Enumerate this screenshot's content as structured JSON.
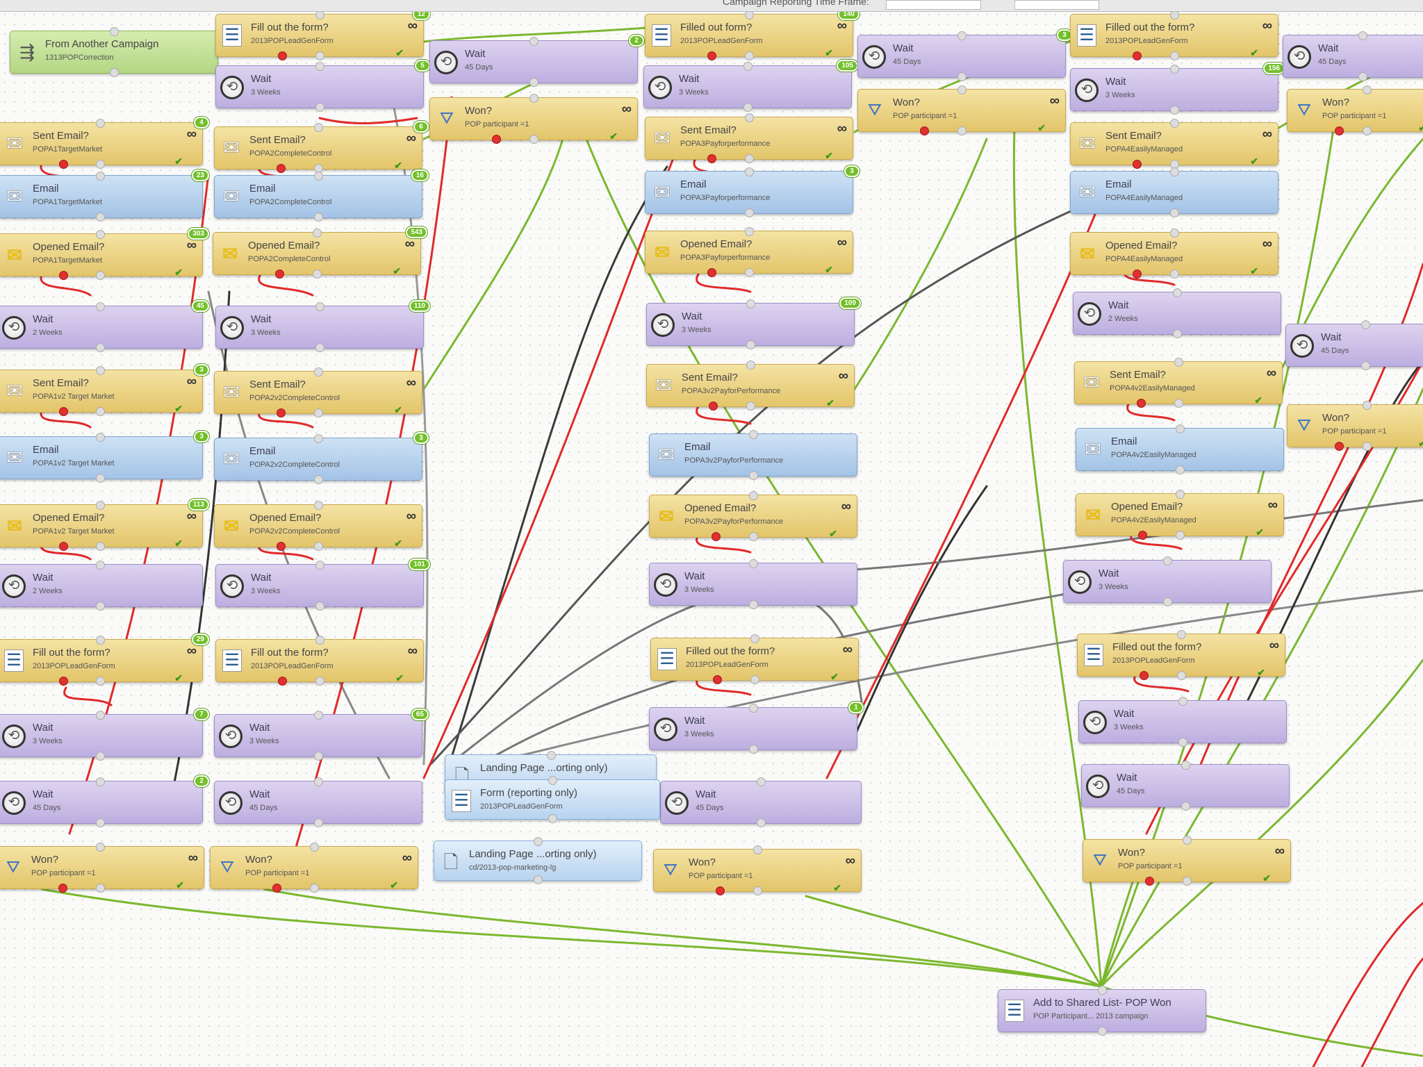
{
  "topbar": {
    "title": "Campaign Reporting Time Frame:"
  },
  "steps": [
    {
      "id": "s1",
      "type": "green",
      "icon": "flow",
      "title": "From Another Campaign",
      "sub": "1313POPCorrection"
    },
    {
      "id": "s2",
      "type": "gold",
      "icon": "form",
      "title": "Fill out the form?",
      "sub": "2013POPLeadGenForm",
      "badge": "12"
    },
    {
      "id": "s3",
      "type": "lav",
      "icon": "clock",
      "title": "Wait",
      "sub": "3 Weeks",
      "badge": "5"
    },
    {
      "id": "s4",
      "type": "lav",
      "icon": "clock",
      "title": "Wait",
      "sub": "45 Days",
      "badge": "2"
    },
    {
      "id": "s5",
      "type": "gold",
      "icon": "fun",
      "title": "Won?",
      "sub": "POP participant =1"
    },
    {
      "id": "s6",
      "type": "gold",
      "icon": "env",
      "title": "Sent Email?",
      "sub": "POPA1TargetMarket",
      "badge": "4"
    },
    {
      "id": "s7",
      "type": "gold",
      "icon": "env",
      "title": "Sent Email?",
      "sub": "POPA2CompleteControl",
      "badge": "6"
    },
    {
      "id": "s8",
      "type": "blue",
      "icon": "env",
      "title": "Email",
      "sub": "POPA1TargetMarket",
      "badge": "23"
    },
    {
      "id": "s9",
      "type": "blue",
      "icon": "env",
      "title": "Email",
      "sub": "POPA2CompleteControl",
      "badge": "16"
    },
    {
      "id": "s10",
      "type": "gold",
      "icon": "open",
      "title": "Opened Email?",
      "sub": "POPA1TargetMarket",
      "badge": "303"
    },
    {
      "id": "s11",
      "type": "gold",
      "icon": "open",
      "title": "Opened Email?",
      "sub": "POPA2CompleteControl",
      "badge": "543"
    },
    {
      "id": "s12",
      "type": "lav",
      "icon": "clock",
      "title": "Wait",
      "sub": "2 Weeks",
      "badge": "45"
    },
    {
      "id": "s13",
      "type": "lav",
      "icon": "clock",
      "title": "Wait",
      "sub": "3 Weeks",
      "badge": "110"
    },
    {
      "id": "s14",
      "type": "gold",
      "icon": "env",
      "title": "Sent Email?",
      "sub": "POPA1v2 Target Market",
      "badge": "3"
    },
    {
      "id": "s15",
      "type": "gold",
      "icon": "env",
      "title": "Sent Email?",
      "sub": "POPA2v2CompleteControl"
    },
    {
      "id": "s16",
      "type": "blue",
      "icon": "env",
      "title": "Email",
      "sub": "POPA1v2 Target Market",
      "badge": "3"
    },
    {
      "id": "s17",
      "type": "blue",
      "icon": "env",
      "title": "Email",
      "sub": "POPA2v2CompleteControl",
      "badge": "3"
    },
    {
      "id": "s18",
      "type": "gold",
      "icon": "open",
      "title": "Opened Email?",
      "sub": "POPA1v2 Target Market",
      "badge": "113"
    },
    {
      "id": "s19",
      "type": "gold",
      "icon": "open",
      "title": "Opened Email?",
      "sub": "POPA2v2CompleteControl"
    },
    {
      "id": "s20",
      "type": "lav",
      "icon": "clock",
      "title": "Wait",
      "sub": "2 Weeks"
    },
    {
      "id": "s21",
      "type": "lav",
      "icon": "clock",
      "title": "Wait",
      "sub": "3 Weeks",
      "badge": "101"
    },
    {
      "id": "s22",
      "type": "gold",
      "icon": "form",
      "title": "Fill out the form?",
      "sub": "2013POPLeadGenForm",
      "badge": "29"
    },
    {
      "id": "s23",
      "type": "gold",
      "icon": "form",
      "title": "Fill out the form?",
      "sub": "2013POPLeadGenForm"
    },
    {
      "id": "s24",
      "type": "lav",
      "icon": "clock",
      "title": "Wait",
      "sub": "3 Weeks",
      "badge": "7"
    },
    {
      "id": "s25",
      "type": "lav",
      "icon": "clock",
      "title": "Wait",
      "sub": "3 Weeks",
      "badge": "65"
    },
    {
      "id": "s26",
      "type": "lav",
      "icon": "clock",
      "title": "Wait",
      "sub": "45 Days",
      "badge": "2"
    },
    {
      "id": "s27",
      "type": "lav",
      "icon": "clock",
      "title": "Wait",
      "sub": "45 Days"
    },
    {
      "id": "s28",
      "type": "gold",
      "icon": "fun",
      "title": "Won?",
      "sub": "POP participant =1"
    },
    {
      "id": "s29",
      "type": "gold",
      "icon": "fun",
      "title": "Won?",
      "sub": "POP participant =1"
    },
    {
      "id": "m1",
      "type": "gold",
      "icon": "form",
      "title": "Filled out form?",
      "sub": "2013POPLeadGenForm",
      "badge": "140"
    },
    {
      "id": "m2",
      "type": "lav",
      "icon": "clock",
      "title": "Wait",
      "sub": "3 Weeks",
      "badge": "105"
    },
    {
      "id": "m3",
      "type": "gold",
      "icon": "env",
      "title": "Sent Email?",
      "sub": "POPA3Payforperformance"
    },
    {
      "id": "m4",
      "type": "blue",
      "icon": "env",
      "title": "Email",
      "sub": "POPA3Payforperformance",
      "badge": "3"
    },
    {
      "id": "m5",
      "type": "gold",
      "icon": "open",
      "title": "Opened Email?",
      "sub": "POPA3Payforperformance"
    },
    {
      "id": "m6",
      "type": "lav",
      "icon": "clock",
      "title": "Wait",
      "sub": "3 Weeks",
      "badge": "109"
    },
    {
      "id": "m7",
      "type": "gold",
      "icon": "env",
      "title": "Sent Email?",
      "sub": "POPA3v2PayforPerformance"
    },
    {
      "id": "m8",
      "type": "blue",
      "icon": "env",
      "title": "Email",
      "sub": "POPA3v2PayforPerformance"
    },
    {
      "id": "m9",
      "type": "gold",
      "icon": "open",
      "title": "Opened Email?",
      "sub": "POPA3v2PayforPerformance"
    },
    {
      "id": "m10",
      "type": "lav",
      "icon": "clock",
      "title": "Wait",
      "sub": "3 Weeks"
    },
    {
      "id": "m11",
      "type": "gold",
      "icon": "form",
      "title": "Filled out the form?",
      "sub": "2013POPLeadGenForm"
    },
    {
      "id": "m12",
      "type": "lav",
      "icon": "clock",
      "title": "Wait",
      "sub": "3 Weeks",
      "badge": "1"
    },
    {
      "id": "m13",
      "type": "lav",
      "icon": "clock",
      "title": "Wait",
      "sub": "45 Days"
    },
    {
      "id": "m14",
      "type": "gold",
      "icon": "fun",
      "title": "Won?",
      "sub": "POP participant =1"
    },
    {
      "id": "w1",
      "type": "lav",
      "icon": "clock",
      "title": "Wait",
      "sub": "45 Days",
      "badge": "3"
    },
    {
      "id": "w2",
      "type": "gold",
      "icon": "fun",
      "title": "Won?",
      "sub": "POP participant =1"
    },
    {
      "id": "r1",
      "type": "gold",
      "icon": "form",
      "title": "Filled out the form?",
      "sub": "2013POPLeadGenForm"
    },
    {
      "id": "r2",
      "type": "lav",
      "icon": "clock",
      "title": "Wait",
      "sub": "3 Weeks",
      "badge": "156"
    },
    {
      "id": "r3",
      "type": "gold",
      "icon": "env",
      "title": "Sent Email?",
      "sub": "POPA4EasilyManaged"
    },
    {
      "id": "r4",
      "type": "blue",
      "icon": "env",
      "title": "Email",
      "sub": "POPA4EasilyManaged"
    },
    {
      "id": "r5",
      "type": "gold",
      "icon": "open",
      "title": "Opened Email?",
      "sub": "POPA4EasilyManaged"
    },
    {
      "id": "r6",
      "type": "lav",
      "icon": "clock",
      "title": "Wait",
      "sub": "2 Weeks"
    },
    {
      "id": "r7",
      "type": "gold",
      "icon": "env",
      "title": "Sent Email?",
      "sub": "POPA4v2EasilyManaged"
    },
    {
      "id": "r8",
      "type": "blue",
      "icon": "env",
      "title": "Email",
      "sub": "POPA4v2EasilyManaged"
    },
    {
      "id": "r9",
      "type": "gold",
      "icon": "open",
      "title": "Opened Email?",
      "sub": "POPA4v2EasilyManaged"
    },
    {
      "id": "r10",
      "type": "lav",
      "icon": "clock",
      "title": "Wait",
      "sub": "3 Weeks"
    },
    {
      "id": "r11",
      "type": "gold",
      "icon": "form",
      "title": "Filled out the form?",
      "sub": "2013POPLeadGenForm"
    },
    {
      "id": "r12",
      "type": "lav",
      "icon": "clock",
      "title": "Wait",
      "sub": "3 Weeks"
    },
    {
      "id": "r13",
      "type": "lav",
      "icon": "clock",
      "title": "Wait",
      "sub": "45 Days"
    },
    {
      "id": "r14",
      "type": "gold",
      "icon": "fun",
      "title": "Won?",
      "sub": "POP participant =1"
    },
    {
      "id": "f1",
      "type": "lav",
      "icon": "clock",
      "title": "Wait",
      "sub": "45 Days"
    },
    {
      "id": "f2",
      "type": "gold",
      "icon": "fun",
      "title": "Won?",
      "sub": "POP participant =1"
    },
    {
      "id": "f3",
      "type": "lav",
      "icon": "clock",
      "title": "Wait",
      "sub": "45 Days"
    },
    {
      "id": "f4",
      "type": "gold",
      "icon": "fun",
      "title": "Won?",
      "sub": "POP participant =1"
    },
    {
      "id": "lp1",
      "type": "lp",
      "icon": "page",
      "title": "Landing Page ...orting only)",
      "sub": ""
    },
    {
      "id": "lp2",
      "type": "lp",
      "icon": "form",
      "title": "Form (reporting only)",
      "sub": "2013POPLeadGenForm"
    },
    {
      "id": "lp3",
      "type": "lp",
      "icon": "page",
      "title": "Landing Page ...orting only)",
      "sub": "cd/2013-pop-marketing-lg"
    },
    {
      "id": "add",
      "type": "lav",
      "icon": "form",
      "title": "Add to Shared List- POP Won",
      "sub": "POP Participant... 2013 campaign"
    }
  ]
}
